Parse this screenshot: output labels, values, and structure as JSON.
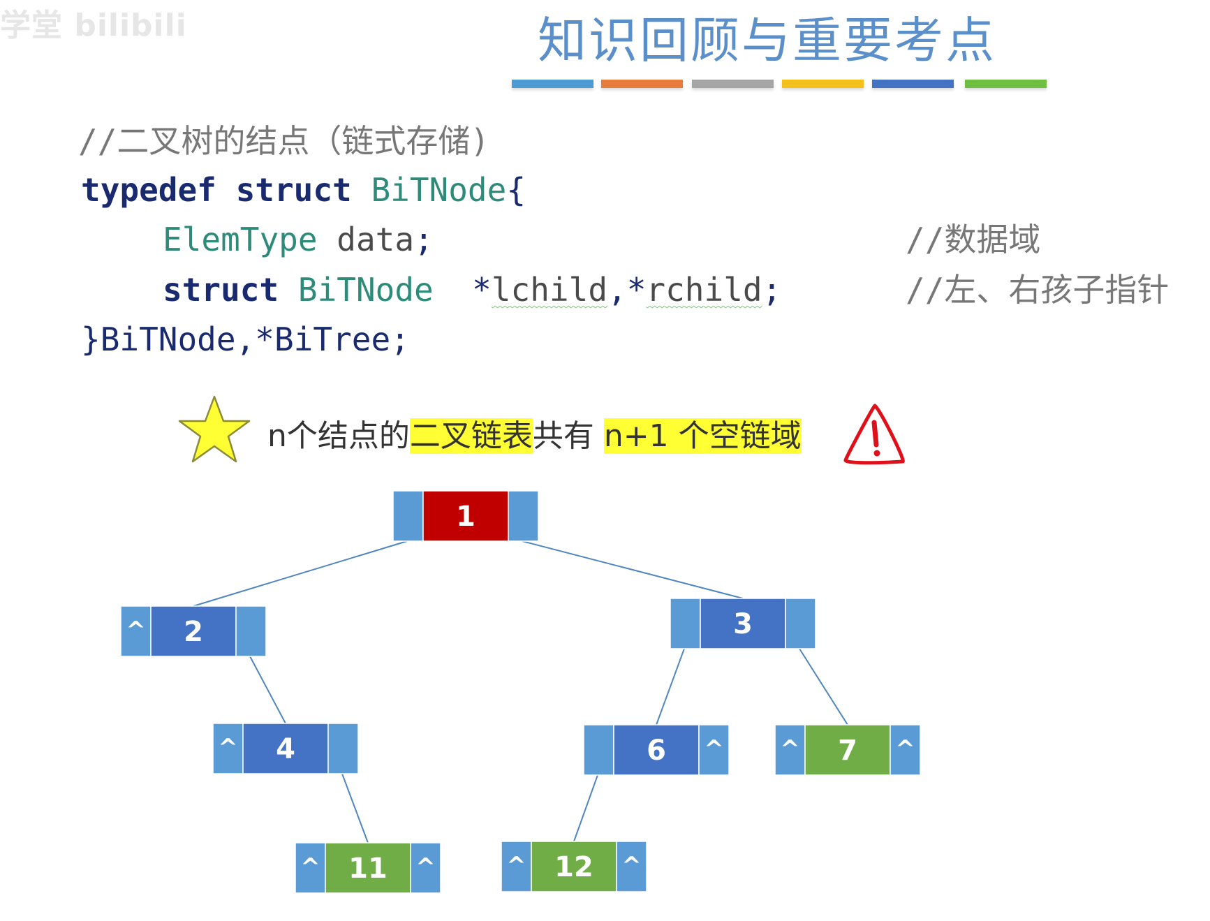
{
  "watermark": "学堂 bilibili",
  "title": "知识回顾与重要考点",
  "title_bar_colors": [
    "#4e9ad5",
    "#e77c3c",
    "#a5a5a5",
    "#f5c01a",
    "#4472c4",
    "#6fbf42"
  ],
  "code": {
    "comment_line": "//二叉树的结点（链式存储)",
    "line1": {
      "kw1": "typedef",
      "kw2": "struct",
      "name": "BiTNode",
      "brace": "{"
    },
    "line2": {
      "type": "ElemType",
      "field": "data",
      "semi": ";",
      "comment": "//数据域"
    },
    "line3": {
      "kw": "struct",
      "type": "BiTNode",
      "star1": "*",
      "f1": "lchild",
      "comma": ",",
      "star2": "*",
      "f2": "rchild",
      "semi": ";",
      "comment": "//左、右孩子指针"
    },
    "line4": {
      "brace": "}",
      "t1": "BiTNode",
      "comma": ",",
      "star": "*",
      "t2": "BiTree",
      "semi": ";"
    }
  },
  "note": {
    "p1": "n个结点的",
    "h1": "二叉链表",
    "p2": "共有",
    "h2": "n+1 个空链域"
  },
  "tree": {
    "null_symbol": "^",
    "nodes": [
      {
        "id": "1",
        "label": "1",
        "color": "#c00000",
        "left_null": false,
        "right_null": false
      },
      {
        "id": "2",
        "label": "2",
        "color": "#4472c4",
        "left_null": true,
        "right_null": false
      },
      {
        "id": "3",
        "label": "3",
        "color": "#4472c4",
        "left_null": false,
        "right_null": false
      },
      {
        "id": "4",
        "label": "4",
        "color": "#4472c4",
        "left_null": true,
        "right_null": false
      },
      {
        "id": "6",
        "label": "6",
        "color": "#4472c4",
        "left_null": false,
        "right_null": true
      },
      {
        "id": "7",
        "label": "7",
        "color": "#70ad47",
        "left_null": true,
        "right_null": true
      },
      {
        "id": "11",
        "label": "11",
        "color": "#70ad47",
        "left_null": true,
        "right_null": true
      },
      {
        "id": "12",
        "label": "12",
        "color": "#70ad47",
        "left_null": true,
        "right_null": true
      }
    ],
    "edges": [
      {
        "from": "1",
        "to": "2",
        "side": "left"
      },
      {
        "from": "1",
        "to": "3",
        "side": "right"
      },
      {
        "from": "2",
        "to": "4",
        "side": "right"
      },
      {
        "from": "4",
        "to": "11",
        "side": "right"
      },
      {
        "from": "3",
        "to": "6",
        "side": "left"
      },
      {
        "from": "3",
        "to": "7",
        "side": "right"
      },
      {
        "from": "6",
        "to": "12",
        "side": "left"
      }
    ],
    "pointer_color": "#5b9bd5"
  }
}
